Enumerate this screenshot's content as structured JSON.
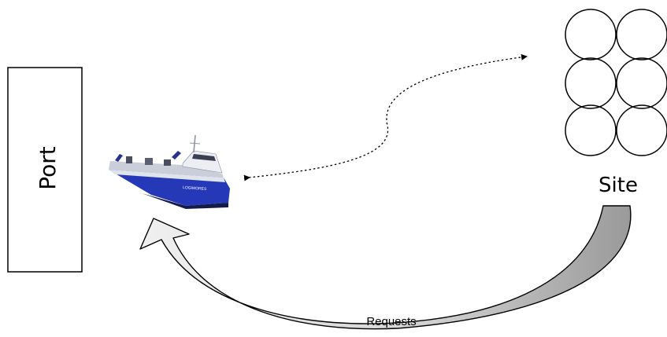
{
  "diagram": {
    "port_label": "Port",
    "site_label": "Site",
    "arrow_label": "Requests",
    "boat_name": "LOGIMORES"
  },
  "colors": {
    "outline": "#000000",
    "hull_blue": "#2438b8",
    "hull_dark": "#141a4a",
    "arrow_fill_light": "#ececec",
    "arrow_fill_dark": "#a8a8a8"
  }
}
